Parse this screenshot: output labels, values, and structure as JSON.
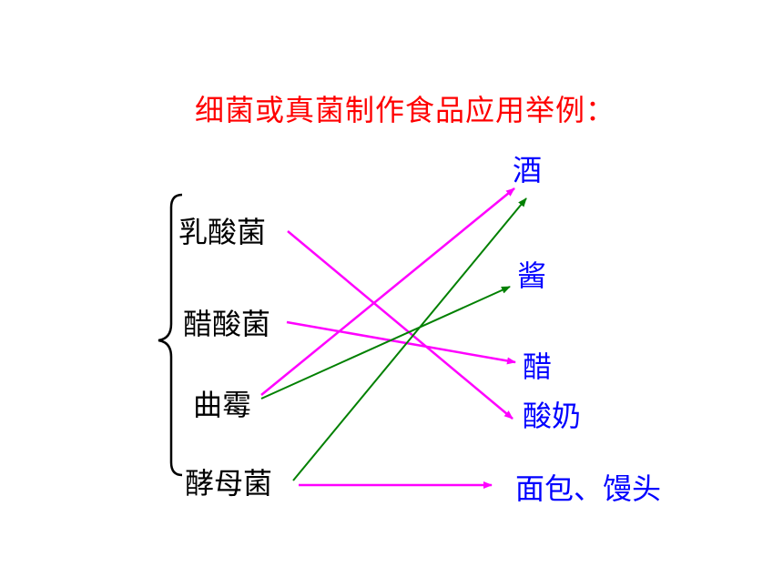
{
  "title": "细菌或真菌制作食品应用举例：",
  "microbes": {
    "lactobacillus": "乳酸菌",
    "acetobacter": "醋酸菌",
    "aspergillus": "曲霉",
    "yeast": "酵母菌"
  },
  "products": {
    "wine": "酒",
    "soy_sauce": "酱",
    "vinegar": "醋",
    "yogurt": "酸奶",
    "bread": "面包、馒头"
  },
  "colors": {
    "title": "#ff0000",
    "microbe_text": "#000000",
    "product_text": "#0000ff",
    "magenta_arrow": "#ff00ff",
    "green_arrow": "#008000"
  },
  "links": [
    {
      "from": "乳酸菌",
      "to": "酸奶",
      "color": "magenta"
    },
    {
      "from": "醋酸菌",
      "to": "醋",
      "color": "magenta"
    },
    {
      "from": "曲霉",
      "to": "酒",
      "color": "magenta"
    },
    {
      "from": "曲霉",
      "to": "酱",
      "color": "green"
    },
    {
      "from": "酵母菌",
      "to": "酒",
      "color": "green"
    },
    {
      "from": "酵母菌",
      "to": "面包、馒头",
      "color": "magenta"
    }
  ]
}
